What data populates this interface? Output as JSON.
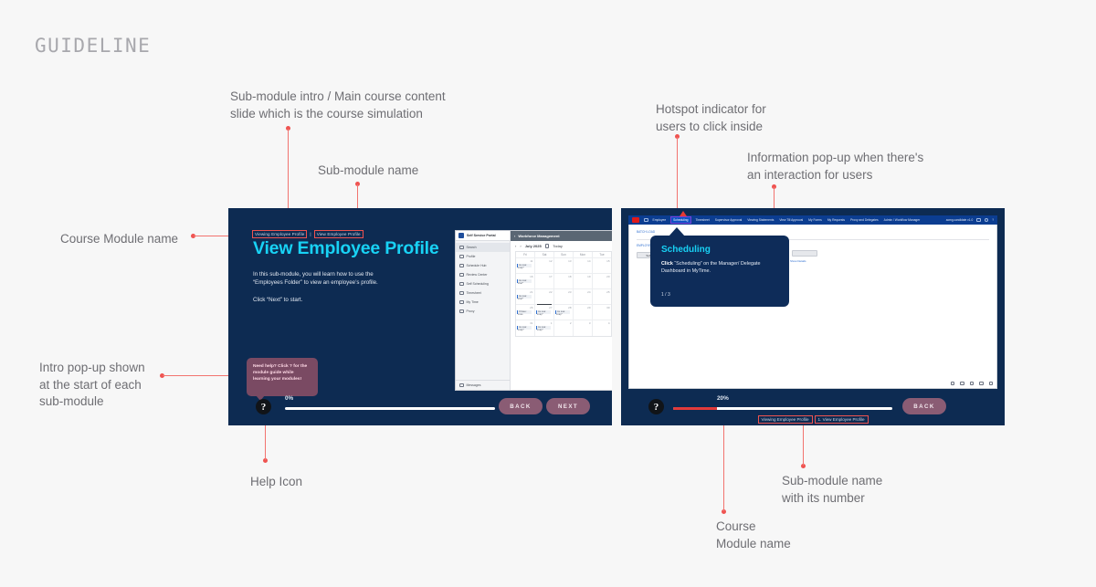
{
  "page": {
    "title": "GUIDELINE"
  },
  "annotations": [
    {
      "id": "a-content-slide",
      "text": "Sub-module intro / Main course content\nslide which is the course simulation"
    },
    {
      "id": "a-submodule-name",
      "text": "Sub-module name"
    },
    {
      "id": "a-course-module-name",
      "text": "Course Module name"
    },
    {
      "id": "a-intro-popup",
      "text": "Intro pop-up shown\nat the start of each\nsub-module"
    },
    {
      "id": "a-help-icon",
      "text": "Help Icon"
    },
    {
      "id": "a-hotspot",
      "text": "Hotspot indicator for\nusers to click inside"
    },
    {
      "id": "a-info-popup",
      "text": "Information pop-up when there's\nan interaction for users"
    },
    {
      "id": "a-submodule-number",
      "text": "Sub-module name\nwith its number"
    },
    {
      "id": "a-course-module-name-2",
      "text": "Course\nModule name"
    }
  ],
  "left_slide": {
    "breadcrumb": {
      "module": "Viewing Employee Profile",
      "separator": "|",
      "submodule": "View Employee Profile"
    },
    "title": "View Employee Profile",
    "body": "In this sub-module, you will learn how to use the\n“Employees Folder” to view an employee’s profile.",
    "cta": "Click “Next” to start.",
    "intro_popup": {
      "text": "Need help? Click ? for the module guide while learning your modules!"
    },
    "help_icon": "?",
    "progress": {
      "percent_label": "0%",
      "percent": 0
    },
    "back_label": "BACK",
    "next_label": "NEXT",
    "simulation": {
      "sidebar": {
        "title": "Self Service Portal",
        "items": [
          {
            "label": "Search",
            "icon": "search-icon",
            "active": true
          },
          {
            "label": "Profile",
            "icon": "user-icon",
            "active": false
          },
          {
            "label": "Schedule Hub",
            "icon": "calendar-icon",
            "active": false
          },
          {
            "label": "Review Center",
            "icon": "clipboard-icon",
            "active": false
          },
          {
            "label": "Self Scheduling",
            "icon": "calendar-plus-icon",
            "active": false
          },
          {
            "label": "Timesheet",
            "icon": "table-icon",
            "active": false
          },
          {
            "label": "My Time",
            "icon": "clock-icon",
            "active": false
          },
          {
            "label": "Proxy",
            "icon": "users-icon",
            "active": false
          }
        ],
        "footer": {
          "label": "Messages",
          "icon": "mail-icon"
        }
      },
      "main": {
        "header": "Workforce Management",
        "toolbar": {
          "prev": "‹",
          "next": "›",
          "month": "July 2025",
          "today": "Today"
        },
        "weekdays": [
          "Fri",
          "Sat",
          "Sun",
          "Mon",
          "Tue"
        ],
        "weeks": [
          {
            "days": [
              {
                "num": "11",
                "event": "Au sua: snap*"
              },
              {
                "num": "12",
                "event": ""
              },
              {
                "num": "13",
                "event": ""
              },
              {
                "num": "14",
                "event": ""
              },
              {
                "num": "15",
                "event": ""
              }
            ]
          },
          {
            "days": [
              {
                "num": "16",
                "event": "Au sua: shar*"
              },
              {
                "num": "17",
                "event": ""
              },
              {
                "num": "18",
                "event": ""
              },
              {
                "num": "19",
                "event": ""
              },
              {
                "num": "20",
                "event": ""
              }
            ]
          },
          {
            "days": [
              {
                "num": "21",
                "event": "Au sua: shar*"
              },
              {
                "num": "22",
                "event": ""
              },
              {
                "num": "23",
                "event": ""
              },
              {
                "num": "24",
                "event": ""
              },
              {
                "num": "25",
                "event": ""
              }
            ]
          },
          {
            "days": [
              {
                "num": "26",
                "event": "Ortsee: snee"
              },
              {
                "num": "27",
                "event": "Au sua: snap*",
                "today": true
              },
              {
                "num": "28",
                "event": "Au sua: snap*"
              },
              {
                "num": "29",
                "event": ""
              },
              {
                "num": "30",
                "event": ""
              }
            ]
          },
          {
            "days": [
              {
                "num": "31",
                "event": "Au sua: snap*"
              },
              {
                "num": "1",
                "event": "Au sua: snap*"
              },
              {
                "num": "2",
                "event": ""
              },
              {
                "num": "3",
                "event": ""
              },
              {
                "num": "4",
                "event": ""
              }
            ]
          }
        ]
      }
    }
  },
  "right_slide": {
    "popup": {
      "title": "Scheduling",
      "action_word": "Click",
      "text": " “Scheduling” on the Manager/ Delegate Dashboard in MyTime.",
      "counter": "1 / 3"
    },
    "help_icon": "?",
    "progress": {
      "percent_label": "20%",
      "percent": 20
    },
    "back_label": "BACK",
    "breadcrumb": {
      "module": "Viewing Employee Profile",
      "submodule": "1. View Employee Profile"
    },
    "app": {
      "nav_items": [
        {
          "label": "Employee",
          "highlight": false
        },
        {
          "label": "Scheduling",
          "highlight": true
        },
        {
          "label": "Timesheet",
          "highlight": false
        },
        {
          "label": "Supervisor Approval",
          "highlight": false
        },
        {
          "label": "Viewing Statements",
          "highlight": false
        },
        {
          "label": "View Till Approval",
          "highlight": false
        },
        {
          "label": "My Forms",
          "highlight": false
        },
        {
          "label": "My Requests",
          "highlight": false
        },
        {
          "label": "Proxy and Delegates",
          "highlight": false
        },
        {
          "label": "Admin / Workflow Manager",
          "highlight": false
        }
      ],
      "account_label": "acmg.candidate v1.0",
      "fields": {
        "batch_label": "BATCH LOAD",
        "employee_label": "EMPLOYEE",
        "submit_label": "Submit",
        "link_label": "Show Details"
      }
    }
  }
}
